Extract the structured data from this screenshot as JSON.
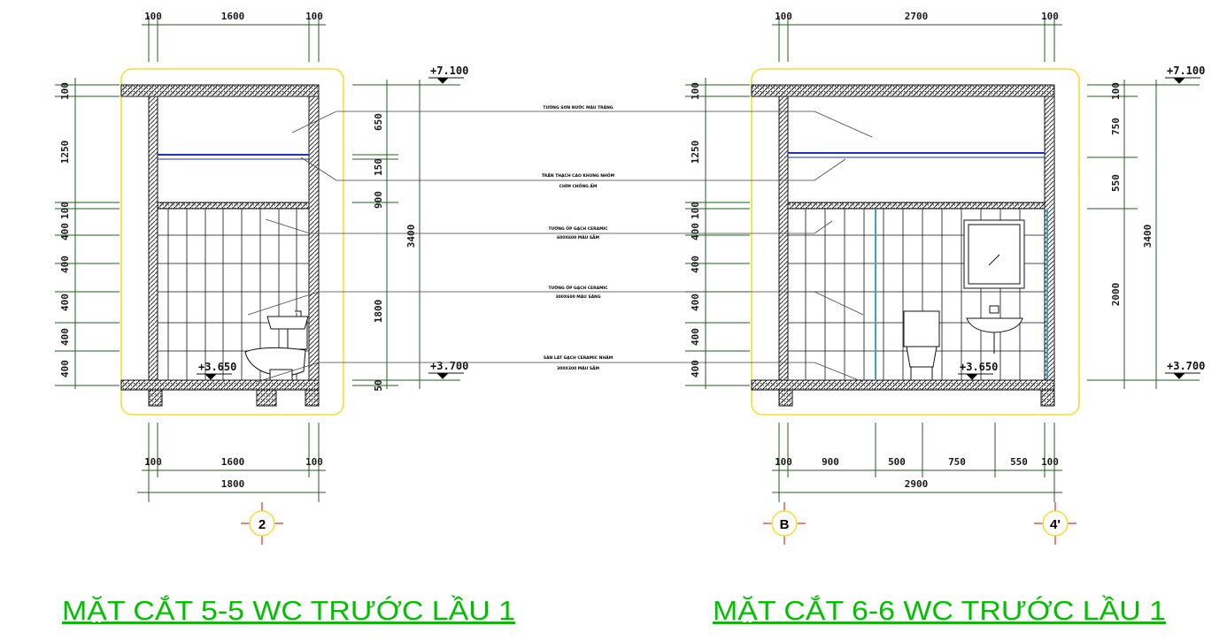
{
  "titles": {
    "left": "MẶT CẮT 5-5 WC TRƯỚC LẦU 1",
    "right": "MẶT CẮT 6-6 WC TRƯỚC LẦU 1"
  },
  "axes": {
    "left": "2",
    "right_a": "B",
    "right_b": "4'"
  },
  "levels": {
    "left_top": "+7.100",
    "left_bottom": "+3.700",
    "right_top": "+7.100",
    "right_bottom": "+3.700",
    "floor_left": "+3.650",
    "floor_right": "+3.650"
  },
  "dims_left": {
    "top_a": "100",
    "top_b": "1600",
    "top_c": "100",
    "bot_a": "100",
    "bot_b": "1600",
    "bot_c": "100",
    "bot_total": "1800",
    "v_100": "100",
    "v_1250": "1250",
    "v_100b": "100",
    "v_400a": "400",
    "v_400b": "400",
    "v_400c": "400",
    "v_400d": "400",
    "v_400e": "400",
    "r_650": "650",
    "r_150": "150",
    "r_900": "900",
    "r_1800": "1800",
    "r_50": "50",
    "r_3400": "3400"
  },
  "dims_right": {
    "top_a": "100",
    "top_b": "2700",
    "top_c": "100",
    "bot_a": "100",
    "bot_b": "900",
    "bot_c": "500",
    "bot_d": "750",
    "bot_e": "550",
    "bot_f": "100",
    "bot_total": "2900",
    "v_100": "100",
    "v_1250": "1250",
    "v_100b": "100",
    "v_400a": "400",
    "v_400b": "400",
    "v_400c": "400",
    "v_400d": "400",
    "v_400e": "400",
    "r_100": "100",
    "r_750": "750",
    "r_550": "550",
    "r_2000": "2000",
    "r_3400": "3400"
  },
  "notes": {
    "n1": "TƯỜNG SƠN NƯỚC MÀU TRẮNG",
    "n2a": "TRẦN THẠCH CAO KHUNG NHÔM",
    "n2b": "CHÌM CHỐNG ẨM",
    "n3a": "TƯỜNG ỐP GẠCH CERAMIC",
    "n3b": "600X600 MÀU SẪM",
    "n4a": "TƯỜNG ỐP GẠCH CERAMIC",
    "n4b": "300X600 MÀU SÁNG",
    "n5a": "SÀN LÁT GẠCH CERAMIC NHÁM",
    "n5b": "300X300 MÀU SẪM"
  },
  "colors": {
    "title": "#00c000",
    "dimension": "#1f5f1f",
    "ceiling": "#1f2fbf",
    "highlight": "#f0e030",
    "axis_cross": "#e00000",
    "pipe": "#40a0c0"
  }
}
